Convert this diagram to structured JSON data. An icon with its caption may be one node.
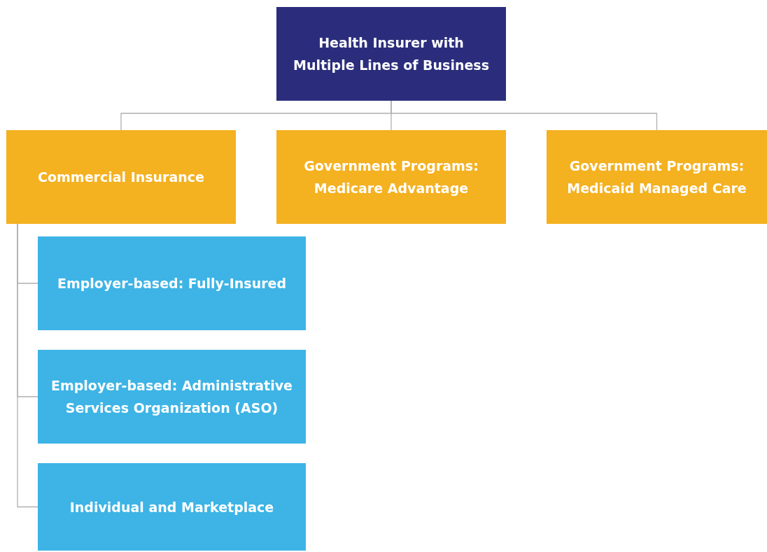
{
  "diagram": {
    "nodes": [
      {
        "text": [
          "Health Insurer with Multiple Lines of Business"
        ]
      },
      {
        "text": [
          "Commercial Insurance"
        ]
      },
      {
        "text": [
          "Government Programs: Medicare Advantage"
        ]
      },
      {
        "text": [
          "Government Programs: Medicaid Managed Care"
        ]
      },
      {
        "text": [
          "Employer-based: Fully-Insured"
        ]
      },
      {
        "text": [
          "Employer-based: Administrative Services Organization (ASO)"
        ]
      },
      {
        "text": [
          "Individual and Marketplace"
        ]
      }
    ],
    "edges": [
      {
        "from": 0,
        "to": 1,
        "arrow": "none"
      },
      {
        "from": 0,
        "to": 2,
        "arrow": "none"
      },
      {
        "from": 0,
        "to": 3,
        "arrow": "none"
      },
      {
        "from": 1,
        "to": 4,
        "arrow": "none"
      },
      {
        "from": 1,
        "to": 5,
        "arrow": "none"
      },
      {
        "from": 1,
        "to": 6,
        "arrow": "none"
      }
    ]
  }
}
